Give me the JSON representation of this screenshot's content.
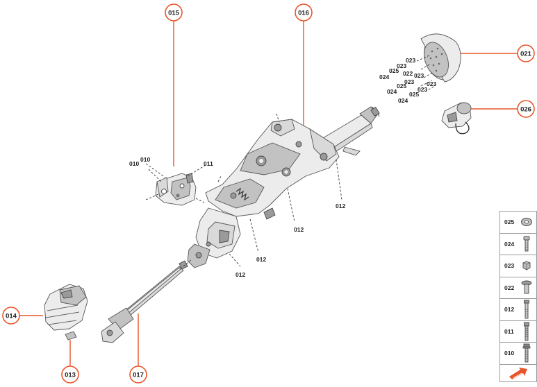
{
  "callouts": {
    "c015": "015",
    "c016": "016",
    "c021": "021",
    "c026": "026",
    "c014": "014",
    "c013": "013",
    "c017": "017"
  },
  "part_labels": {
    "bracket_010_a": "010",
    "bracket_010_b": "010",
    "bracket_011": "011",
    "col_012_a": "012",
    "col_012_b": "012",
    "col_012_c": "012",
    "col_012_d": "012",
    "cap_023_a": "023",
    "cap_023_b": "023",
    "cap_025_a": "025",
    "cap_022_a": "022",
    "cap_024_a": "024",
    "cap_023_c": "023",
    "cap_025_b": "025",
    "cap_023_d": "023",
    "cap_024_b": "024",
    "cap_025_c": "025",
    "cap_023_e": "023",
    "cap_024_c": "024"
  },
  "legend": [
    {
      "code": "025",
      "icon": "washer-icon"
    },
    {
      "code": "024",
      "icon": "screw-icon"
    },
    {
      "code": "023",
      "icon": "nut-icon"
    },
    {
      "code": "022",
      "icon": "flat-head-bolt-icon"
    },
    {
      "code": "012",
      "icon": "long-bolt-icon"
    },
    {
      "code": "011",
      "icon": "stud-bolt-icon"
    },
    {
      "code": "010",
      "icon": "flange-bolt-icon"
    }
  ],
  "colors": {
    "accent": "#e8552a",
    "part_fill": "#d9d9d9",
    "outline": "#555555"
  }
}
